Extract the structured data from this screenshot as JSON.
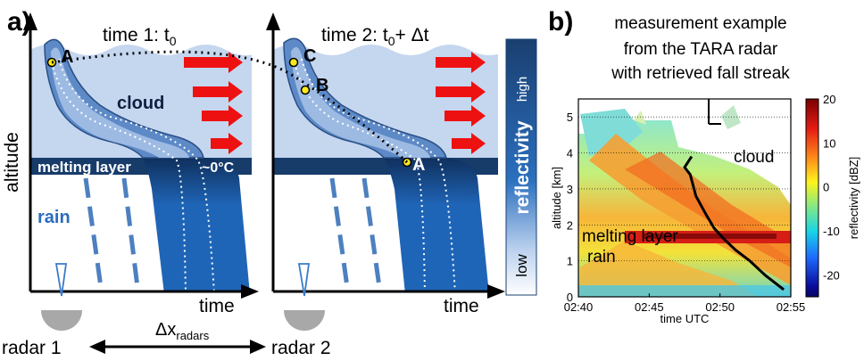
{
  "panel_a": {
    "label": "a)",
    "time1": "time 1: t",
    "time1_sub": "0",
    "time2_pre": "time 2: t",
    "time2_sub": "0",
    "time2_post": "+ Δt",
    "ylabel": "altitude",
    "xlabel": "time",
    "cloud": "cloud",
    "melting_layer": "melting layer",
    "freezing": "~0°C",
    "rain": "rain",
    "point_a": "A",
    "point_b": "B",
    "point_c": "C",
    "radar1": "radar 1",
    "radar2": "radar 2",
    "dx_main": "Δx",
    "dx_sub": "radars",
    "reflectivity": "reflectivity",
    "refl_high": "high",
    "refl_low": "low"
  },
  "panel_b": {
    "label": "b)",
    "title_lines": [
      "measurement example",
      "from the TARA radar",
      "with retrieved fall streak"
    ],
    "ylabel": "altitude [km]",
    "xlabel": "time UTC",
    "cloud": "cloud",
    "melting_layer": "melting layer",
    "rain": "rain",
    "colorbar_label": "reflectivity [dBZ]"
  },
  "colors": {
    "cloud": "#c5d6ef",
    "streak_dark": "#1a5fa8",
    "melting_band": "#173c6a",
    "arrow": "#ee1111"
  },
  "chart_data": {
    "type": "heatmap",
    "xlabel": "time UTC",
    "ylabel": "altitude [km]",
    "x_ticks": [
      "02:40",
      "02:45",
      "02:50",
      "02:55"
    ],
    "y_ticks": [
      0,
      1,
      2,
      3,
      4,
      5
    ],
    "ylim": [
      0,
      5.5
    ],
    "colorbar": {
      "label": "reflectivity [dBZ]",
      "ticks": [
        20,
        10,
        0,
        -10,
        -20
      ],
      "range": [
        -25,
        20
      ]
    },
    "fall_streak": {
      "x_minutes": [
        48.0,
        47.5,
        47.9,
        48.1,
        48.3,
        49.0,
        49.6,
        50.3,
        51.1,
        52.1,
        53.2,
        54.5
      ],
      "altitude_km": [
        3.9,
        3.6,
        3.4,
        3.1,
        2.8,
        2.3,
        1.9,
        1.6,
        1.3,
        1.0,
        0.6,
        0.2
      ]
    }
  }
}
